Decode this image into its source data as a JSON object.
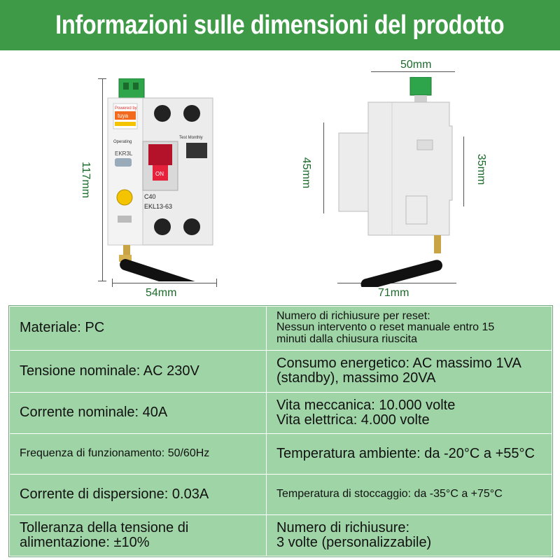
{
  "title": "Informazioni sulle dimensioni del prodotto",
  "dimensions": {
    "front_height": "117mm",
    "front_width": "54mm",
    "side_top": "50mm",
    "side_left": "45mm",
    "side_right": "35mm",
    "side_bottom": "71mm"
  },
  "device_labels": {
    "brand": "Powered by",
    "tuya": "tuya",
    "model_short": "EKR3L",
    "operating": "Operating",
    "test": "Test Monthly",
    "on": "ON",
    "model": "EKL13-63",
    "rating": "C40"
  },
  "specs": [
    {
      "left": "Materiale: PC",
      "right": "Numero di richiusure per reset:\nNessun intervento o reset manuale entro 15\nminuti dalla chiusura riuscita"
    },
    {
      "left": "Tensione nominale: AC 230V",
      "right": "Consumo energetico: AC massimo 1VA\n(standby), massimo 20VA"
    },
    {
      "left": "Corrente nominale: 40A",
      "right": "Vita meccanica: 10.000 volte\nVita elettrica: 4.000 volte"
    },
    {
      "left": "Frequenza di funzionamento: 50/60Hz",
      "right": "Temperatura ambiente: da -20°C a +55°C"
    },
    {
      "left": "Corrente di dispersione: 0.03A",
      "right": "Temperatura di stoccaggio: da -35°C a +75°C"
    },
    {
      "left": "Tolleranza della tensione di\nalimentazione: ±10%",
      "right": "Numero di richiusure:\n3 volte (personalizzabile)"
    }
  ]
}
